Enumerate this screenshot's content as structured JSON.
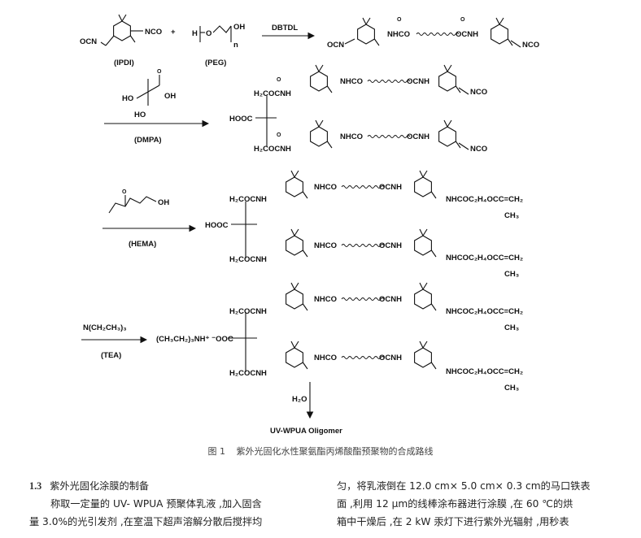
{
  "scheme": {
    "r1": {
      "ipdi": "(IPDI)",
      "peg": "(PEG)",
      "catalyst": "DBTDL",
      "n": "n",
      "plus": "+",
      "nco": "NCO",
      "ocn": "OCN",
      "oh": "OH",
      "h": "H",
      "o": "O",
      "nhco": "NHCO",
      "ocnh": "OCNH"
    },
    "r2": {
      "dmpa": "(DMPA)",
      "ho": "HO",
      "oh": "OH",
      "o": "O",
      "hooc": "HOOC",
      "h2coc": "H₂COCNH",
      "nhco": "NHCO",
      "ocnh": "OCNH",
      "nco": "NCO"
    },
    "r3": {
      "hema": "(HEMA)",
      "oh": "OH",
      "hooc": "HOOC",
      "tail": "NHCOC₂H₄OCC=CH₂",
      "ch3": "CH₃"
    },
    "r4": {
      "amine": "N(CH₂CH₃)₃",
      "tea": "(TEA)",
      "salt": "(CH₃CH₂)₃NH⁺ ⁻OOC",
      "water": "H₂O",
      "product": "UV-WPUA Oligomer"
    }
  },
  "caption": {
    "label": "图 1",
    "text": "紫外光固化水性聚氨酯丙烯酸酯预聚物的合成路线"
  },
  "section": {
    "number": "1.3",
    "title": "紫外光固化涂膜的制备"
  },
  "body_left": [
    "称取一定量的 UV- WPUA 预聚体乳液 ,加入固含",
    "量 3.0%的光引发剂 ,在室温下超声溶解分散后搅拌均"
  ],
  "body_right": [
    "匀，将乳液倒在 12.0 cm× 5.0 cm× 0.3 cm的马口铁表",
    "面 ,利用 12 μm的线棒涂布器进行涂膜 ,在 60 ℃的烘",
    "箱中干燥后 ,在 2 kW 汞灯下进行紫外光辐射 ,用秒表"
  ]
}
